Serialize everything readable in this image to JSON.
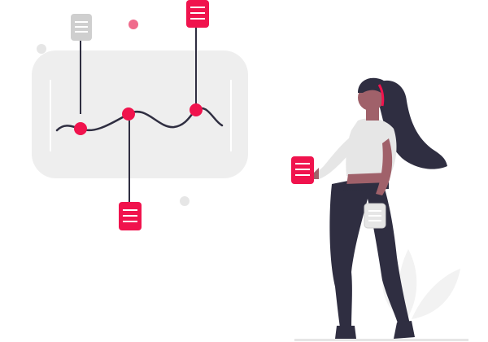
{
  "colors": {
    "accent": "#f0134d",
    "accent_dark": "#d10d41",
    "panel": "#eeeeee",
    "panel_line": "#ffffff",
    "dark": "#2f2e41",
    "skin": "#a0616a",
    "shirt": "#e6e6e6",
    "pale_card": "#cfcfcf",
    "plant": "#f2f2f2",
    "ground": "#e6e6e6"
  },
  "illustration": {
    "chart_panel": {
      "curve_points": 3,
      "active_markers": 3
    },
    "floating_cards": [
      {
        "name": "gray-document-card",
        "color_key": "pale_card"
      },
      {
        "name": "red-document-card-top",
        "color_key": "accent"
      },
      {
        "name": "red-document-card-bottom",
        "color_key": "accent"
      },
      {
        "name": "red-document-card-held",
        "color_key": "accent"
      },
      {
        "name": "gray-document-card-pocket",
        "color_key": "pale_card"
      }
    ],
    "decor_icons": [
      "pink-dot-icon",
      "gray-dot-icon",
      "gray-dot-icon"
    ]
  }
}
